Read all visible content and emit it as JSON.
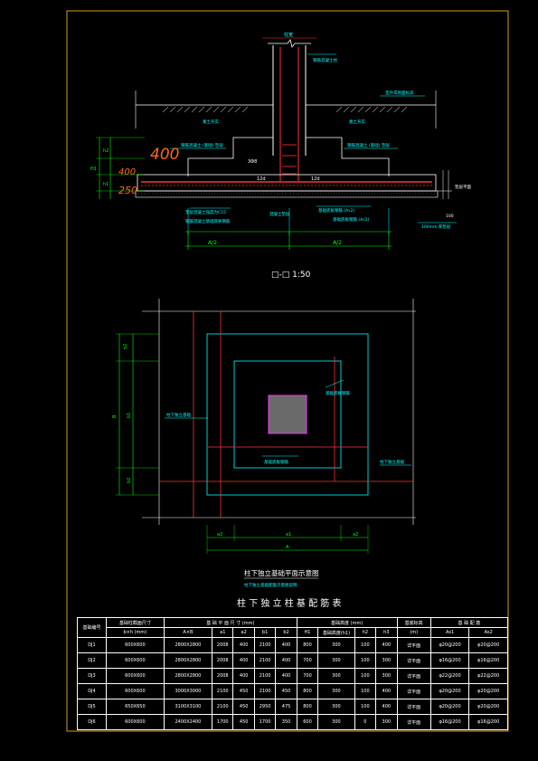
{
  "section": {
    "column_label": "柱宽",
    "label_top_right": "钢筋混凝土柱",
    "label_ground_right": "室外或地面标高",
    "label_soil_left": "素土夯实",
    "label_soil_right": "素土夯实",
    "label_step_left": "钢筋混凝土 (基础) 垫层",
    "label_step_right": "钢筋混凝土 (基础) 垫层",
    "label_top_rebar": "3Φ8",
    "label_12d_left": "12d",
    "label_12d_right": "12d",
    "label_h1": "h1",
    "label_h2": "h2",
    "label_H1": "H1",
    "label_bottom_left_1": "垫层混凝土强度为C15",
    "label_bottom_left_2": "钢筋混凝土基础底板钢筋",
    "label_bottom_mid": "混凝土垫层",
    "label_bottom_right_1": "基础底板钢筋 (As2)",
    "label_bottom_right_2": "基础底板钢筋 (As1)",
    "label_bottom_far_right": "100mm 厚垫层",
    "label_100": "100",
    "label_side": "垫层平面",
    "dim_left": "A/2",
    "dim_right": "A/2",
    "handwriting": [
      "400",
      "400",
      "250"
    ]
  },
  "plan_title": "□-□  1:50",
  "plan": {
    "label_b2": "b2",
    "label_b1": "b1",
    "label_b": "B",
    "label_b2_bottom": "b2",
    "label_a2_left": "a2",
    "label_a1": "a1",
    "label_a2_right": "a2",
    "label_a": "A",
    "label_right_top": "基础底板钢筋",
    "label_left": "柱下独立基础",
    "label_mid": "基础底板钢筋",
    "label_right_bottom": "柱下独立基础"
  },
  "plan_caption": "柱下独立基础平面示意图",
  "plan_note": "柱下独立基础配筋示意图说明",
  "table_title": "柱 下 独 立 柱 基 配 筋 表",
  "table": {
    "h_no": "基础编号",
    "h_col": "基础柱截面尺寸",
    "h_col_sub": "b×h (mm)",
    "h_plan": "基 础 平 面 尺 寸",
    "h_plan_unit": "(mm)",
    "h_height": "基础高度",
    "h_height_unit": "(mm)",
    "h_top": "基底标高",
    "h_top_sub": "(m)",
    "h_reinf": "基 础 配 筋",
    "cols": [
      "A×B",
      "a1",
      "a2",
      "b1",
      "b2",
      "H1",
      "基础高度(h1)",
      "h2",
      "h3",
      "As1",
      "As2"
    ],
    "rows": [
      [
        "DJ1",
        "600X600",
        "2800X2800",
        "2008",
        "400",
        "2100",
        "400",
        "800",
        "300",
        "100",
        "400",
        "详平面",
        "φ20@200",
        "φ20@200"
      ],
      [
        "DJ2",
        "600X600",
        "2800X2800",
        "2008",
        "400",
        "2100",
        "400",
        "700",
        "300",
        "100",
        "300",
        "详平面",
        "φ16@200",
        "φ16@200"
      ],
      [
        "DJ3",
        "600X600",
        "2800X2800",
        "2008",
        "400",
        "2100",
        "400",
        "700",
        "300",
        "100",
        "300",
        "详平面",
        "φ22@200",
        "φ22@200"
      ],
      [
        "DJ4",
        "600X600",
        "3000X3000",
        "2100",
        "450",
        "2100",
        "450",
        "800",
        "300",
        "100",
        "400",
        "详平面",
        "φ20@200",
        "φ20@200"
      ],
      [
        "DJ5",
        "650X650",
        "3100X3100",
        "2100",
        "450",
        "2950",
        "475",
        "800",
        "300",
        "100",
        "400",
        "详平面",
        "φ20@200",
        "φ20@200"
      ],
      [
        "DJ6",
        "600X600",
        "2400X2400",
        "1700",
        "450",
        "1700",
        "350",
        "600",
        "300",
        "0",
        "300",
        "详平面",
        "φ16@200",
        "φ16@200"
      ]
    ]
  }
}
